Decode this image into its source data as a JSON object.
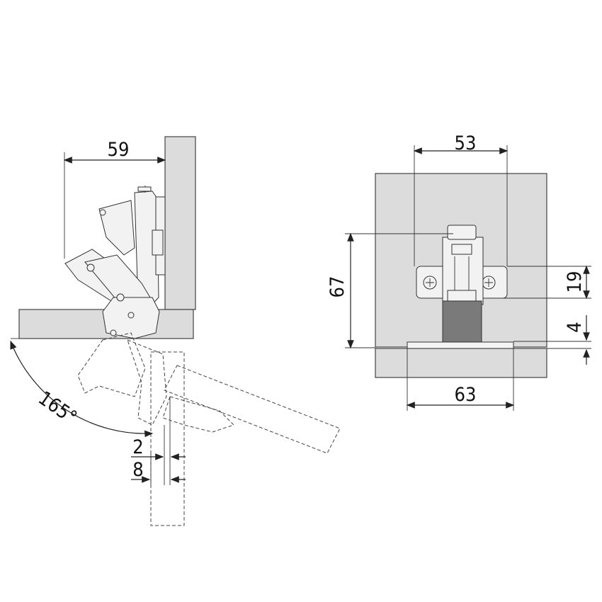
{
  "drawing": {
    "side_view": {
      "overlay_width": "59",
      "opening_angle": "165°",
      "gap_small": "2",
      "gap_large": "8"
    },
    "front_view": {
      "plate_width": "53",
      "height": "67",
      "plate_height": "19",
      "offset": "4",
      "cup_width": "63"
    },
    "colors": {
      "panel": "#dcdcdc",
      "line": "#222222",
      "cup": "#7a7a7a"
    }
  }
}
